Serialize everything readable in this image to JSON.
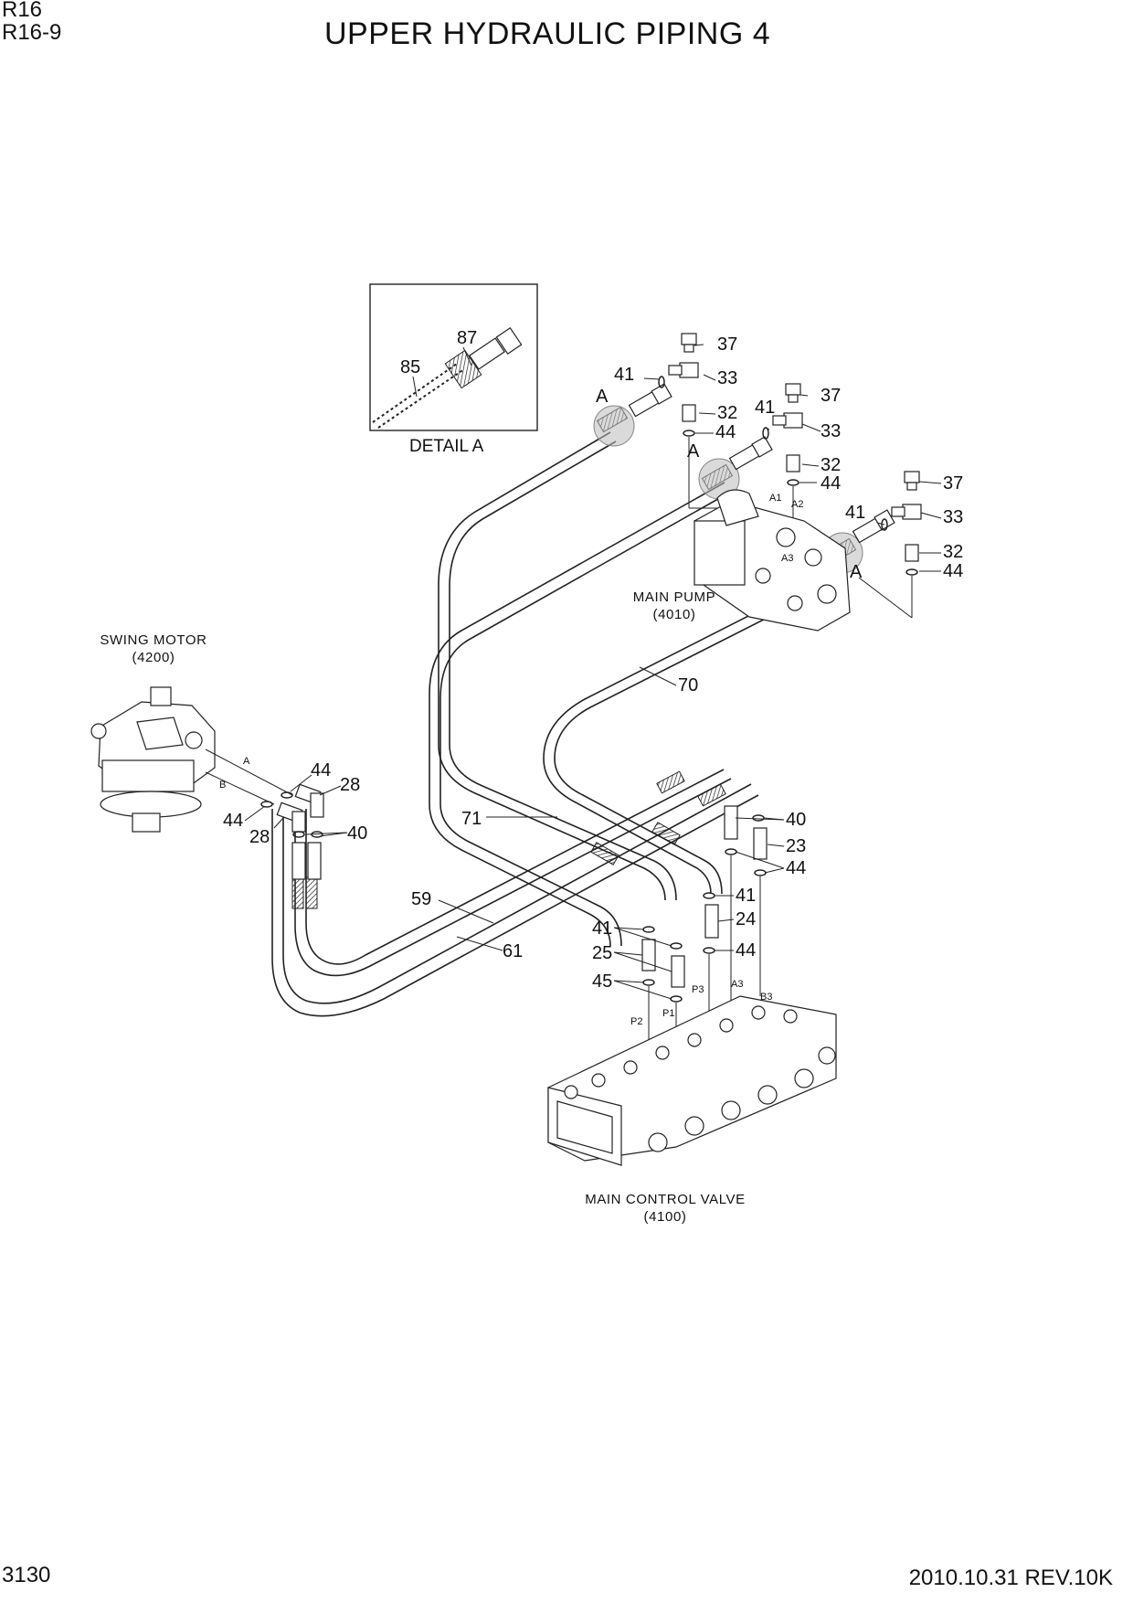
{
  "header": {
    "model_line1": "R16",
    "model_line2": "R16-9",
    "title": "UPPER HYDRAULIC PIPING 4"
  },
  "footer": {
    "page_number": "3130",
    "revision": "2010.10.31  REV.10K"
  },
  "detail": {
    "caption": "DETAIL A",
    "callouts": [
      "87",
      "85"
    ]
  },
  "components": {
    "swing_motor": {
      "name": "SWING MOTOR",
      "code": "(4200)"
    },
    "main_pump": {
      "name": "MAIN PUMP",
      "code": "(4010)"
    },
    "main_control_valve": {
      "name": "MAIN CONTROL VALVE",
      "code": "(4100)"
    }
  },
  "ports": [
    "A1",
    "A2",
    "A3",
    "A",
    "B",
    "P3",
    "A3",
    "B3",
    "P2",
    "P1"
  ],
  "detail_markers": [
    "A",
    "A",
    "A"
  ],
  "callouts": [
    "41",
    "37",
    "33",
    "32",
    "44",
    "37",
    "41",
    "33",
    "32",
    "44",
    "37",
    "41",
    "33",
    "32",
    "44",
    "70",
    "44",
    "28",
    "44",
    "28",
    "40",
    "71",
    "40",
    "23",
    "44",
    "59",
    "41",
    "24",
    "41",
    "25",
    "44",
    "45",
    "61"
  ],
  "colors": {
    "line": "#222222",
    "background": "#ffffff"
  }
}
